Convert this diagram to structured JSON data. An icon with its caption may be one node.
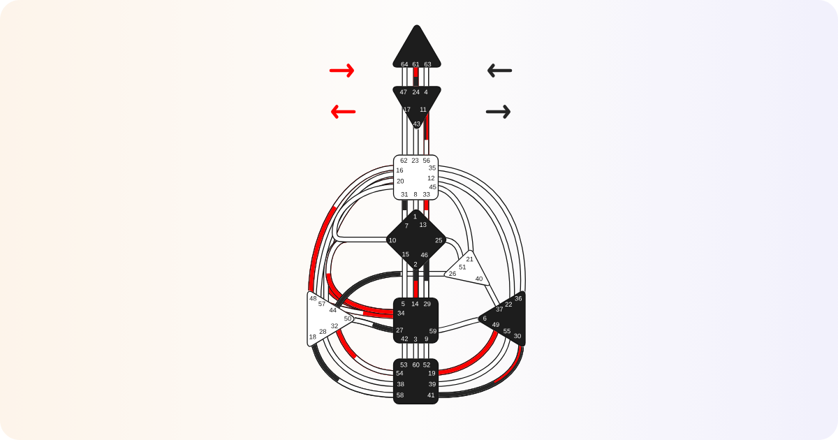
{
  "diagram": {
    "nodes": [
      {
        "text": [
          "64",
          "61",
          "63"
        ]
      },
      {
        "text": [
          "47",
          "24",
          "4",
          "17",
          "11",
          "43"
        ]
      },
      {
        "text": [
          "62",
          "23",
          "56",
          "16",
          "35",
          "20",
          "12",
          "45",
          "31",
          "8",
          "33"
        ]
      },
      {
        "text": [
          "1",
          "7",
          "13",
          "10",
          "25",
          "15",
          "46",
          "2"
        ]
      },
      {
        "text": [
          "21",
          "51",
          "26",
          "40"
        ]
      },
      {
        "text": [
          "48",
          "57",
          "44",
          "50",
          "32",
          "28",
          "18"
        ]
      },
      {
        "text": [
          "5",
          "14",
          "29",
          "34",
          "27",
          "59",
          "42",
          "3",
          "9"
        ]
      },
      {
        "text": [
          "36",
          "22",
          "37",
          "6",
          "49",
          "55",
          "30"
        ]
      },
      {
        "text": [
          "53",
          "60",
          "52",
          "54",
          "19",
          "38",
          "39",
          "58",
          "41"
        ]
      }
    ],
    "edges": [
      {
        "from": 0,
        "to": 1,
        "arrow": "none"
      },
      {
        "from": 0,
        "to": 1,
        "arrow": "none",
        "color": "#ff0000"
      },
      {
        "from": 0,
        "to": 1,
        "arrow": "none"
      },
      {
        "from": 1,
        "to": 2,
        "arrow": "none"
      },
      {
        "from": 1,
        "to": 2,
        "arrow": "none"
      },
      {
        "from": 1,
        "to": 2,
        "arrow": "none",
        "color": "#ff0000"
      },
      {
        "from": 2,
        "to": 3,
        "arrow": "none",
        "color": "#262626"
      },
      {
        "from": 2,
        "to": 3,
        "arrow": "none"
      },
      {
        "from": 2,
        "to": 3,
        "arrow": "none",
        "color": "#ff0000"
      },
      {
        "from": 3,
        "to": 6,
        "arrow": "none"
      },
      {
        "from": 3,
        "to": 6,
        "arrow": "none",
        "color": "#262626"
      },
      {
        "from": 3,
        "to": 6,
        "arrow": "none",
        "color": "#262626"
      },
      {
        "from": 6,
        "to": 8,
        "arrow": "none"
      },
      {
        "from": 6,
        "to": 8,
        "arrow": "none"
      },
      {
        "from": 6,
        "to": 8,
        "arrow": "none"
      },
      {
        "from": 2,
        "to": 4,
        "arrow": "none"
      },
      {
        "from": 3,
        "to": 4,
        "arrow": "none"
      },
      {
        "from": 4,
        "to": 5,
        "arrow": "none",
        "color": "#262626"
      },
      {
        "from": 4,
        "to": 7,
        "arrow": "none"
      },
      {
        "from": 2,
        "to": 7,
        "arrow": "none"
      },
      {
        "from": 2,
        "to": 7,
        "arrow": "none"
      },
      {
        "from": 6,
        "to": 7,
        "arrow": "none"
      },
      {
        "from": 8,
        "to": 7,
        "arrow": "none",
        "color": "#ff0000"
      },
      {
        "from": 8,
        "to": 7,
        "arrow": "none"
      },
      {
        "from": 8,
        "to": 7,
        "arrow": "none",
        "color": "#262626"
      },
      {
        "from": 2,
        "to": 5,
        "arrow": "none",
        "color": "#ff0000"
      },
      {
        "from": 2,
        "to": 5,
        "arrow": "none"
      },
      {
        "from": 2,
        "to": 3,
        "arrow": "none"
      },
      {
        "from": 2,
        "to": 6,
        "arrow": "none",
        "color": "#ff0000"
      },
      {
        "from": 3,
        "to": 5,
        "arrow": "none"
      },
      {
        "from": 3,
        "to": 6,
        "arrow": "none",
        "color": "#ff0000"
      },
      {
        "from": 5,
        "to": 6,
        "arrow": "none",
        "color": "#ff0000"
      },
      {
        "from": 5,
        "to": 6,
        "arrow": "none",
        "color": "#262626"
      },
      {
        "from": 5,
        "to": 8,
        "arrow": "none",
        "color": "#ff0000"
      },
      {
        "from": 5,
        "to": 8,
        "arrow": "none"
      },
      {
        "from": 5,
        "to": 8,
        "arrow": "none",
        "color": "#262626"
      }
    ]
  }
}
